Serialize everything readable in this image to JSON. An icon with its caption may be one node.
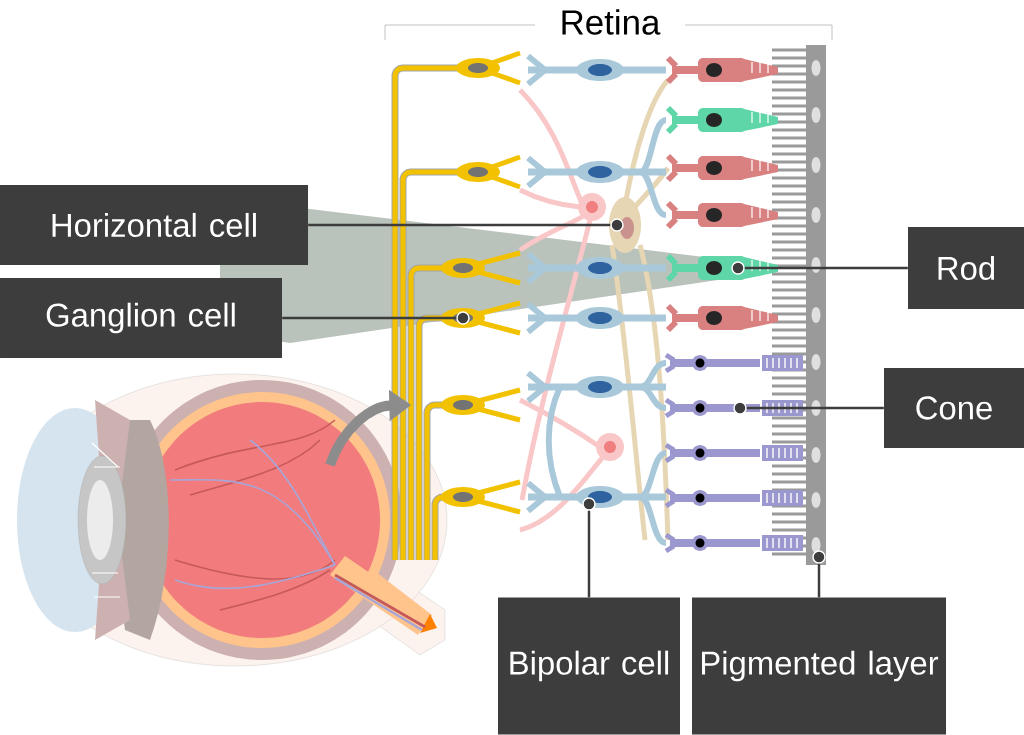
{
  "diagram": {
    "nodes": [
      {
        "text": [
          "Horizontal cell"
        ]
      },
      {
        "text": [],
        "shape": "circle",
        "in": 13
      },
      {
        "text": [
          "Ganglion cell"
        ]
      },
      {
        "text": [],
        "shape": "circle",
        "in": 13
      },
      {
        "text": [
          "Rod"
        ]
      },
      {
        "text": [],
        "shape": "circle",
        "in": 13
      },
      {
        "text": [
          "Cone"
        ]
      },
      {
        "text": [],
        "shape": "circle",
        "in": 13
      },
      {
        "text": [
          "Bipolar cell"
        ]
      },
      {
        "text": [],
        "shape": "circle",
        "in": 13
      },
      {
        "text": [
          "Pigmented layer"
        ]
      },
      {
        "text": [],
        "shape": "circle",
        "in": 13
      },
      {
        "text": [],
        "shape": "picture"
      },
      {
        "text": [],
        "shape": "picture"
      }
    ],
    "edges": [
      {
        "from": 0,
        "to": 1,
        "arrow": "none"
      },
      {
        "from": 2,
        "to": 3,
        "arrow": "none"
      },
      {
        "from": 5,
        "to": 4,
        "arrow": "none"
      },
      {
        "from": 7,
        "to": 6,
        "arrow": "none"
      },
      {
        "from": 9,
        "to": 8,
        "arrow": "none"
      },
      {
        "from": 11,
        "to": 10,
        "arrow": "none"
      },
      {
        "from": 12,
        "to": 13,
        "arrow": "to",
        "style": "thick",
        "color": "#8c8c8c"
      }
    ],
    "labels": [
      "Retina"
    ]
  }
}
